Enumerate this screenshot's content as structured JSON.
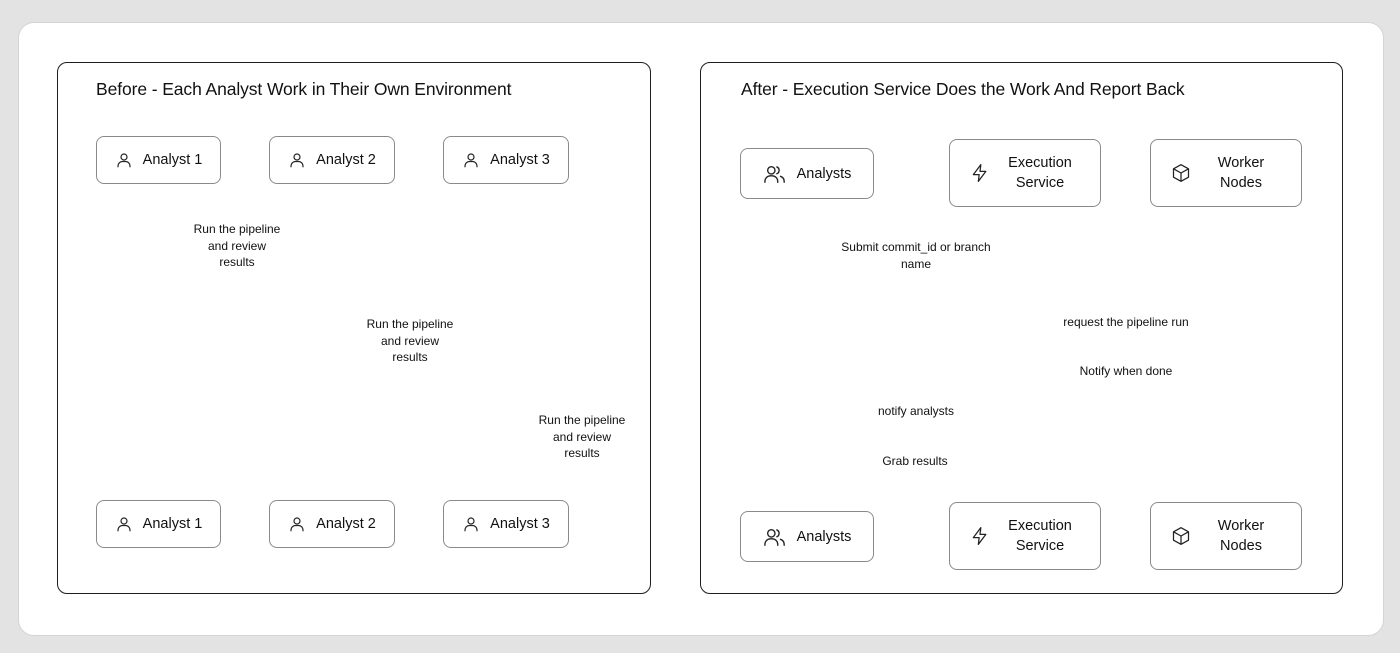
{
  "before": {
    "title": "Before - Each Analyst Work in Their Own Environment",
    "actors": [
      {
        "label": "Analyst 1",
        "icon": "user-icon"
      },
      {
        "label": "Analyst 2",
        "icon": "user-icon"
      },
      {
        "label": "Analyst 3",
        "icon": "user-icon"
      }
    ],
    "messages": [
      {
        "text": "Run the pipeline and review results"
      },
      {
        "text": "Run the pipeline and review results"
      },
      {
        "text": "Run the pipeline and review results"
      }
    ]
  },
  "after": {
    "title": "After - Execution Service Does the Work And Report Back",
    "actors": [
      {
        "label": "Analysts",
        "icon": "users-icon"
      },
      {
        "label": "Execution Service",
        "icon": "zap-icon"
      },
      {
        "label": "Worker Nodes",
        "icon": "box-icon"
      }
    ],
    "messages": [
      {
        "text": "Submit commit_id or branch name"
      },
      {
        "text": "request the pipeline run"
      },
      {
        "text": "Notify when done"
      },
      {
        "text": "notify analysts"
      },
      {
        "text": "Grab results"
      }
    ]
  },
  "colors": {
    "background": "#e3e3e3",
    "card": "#ffffff",
    "frame_border": "#1e1e1e",
    "actor_border": "#8a8a8a",
    "lifeline": "#8a8a8a",
    "arrow": "#111111"
  }
}
